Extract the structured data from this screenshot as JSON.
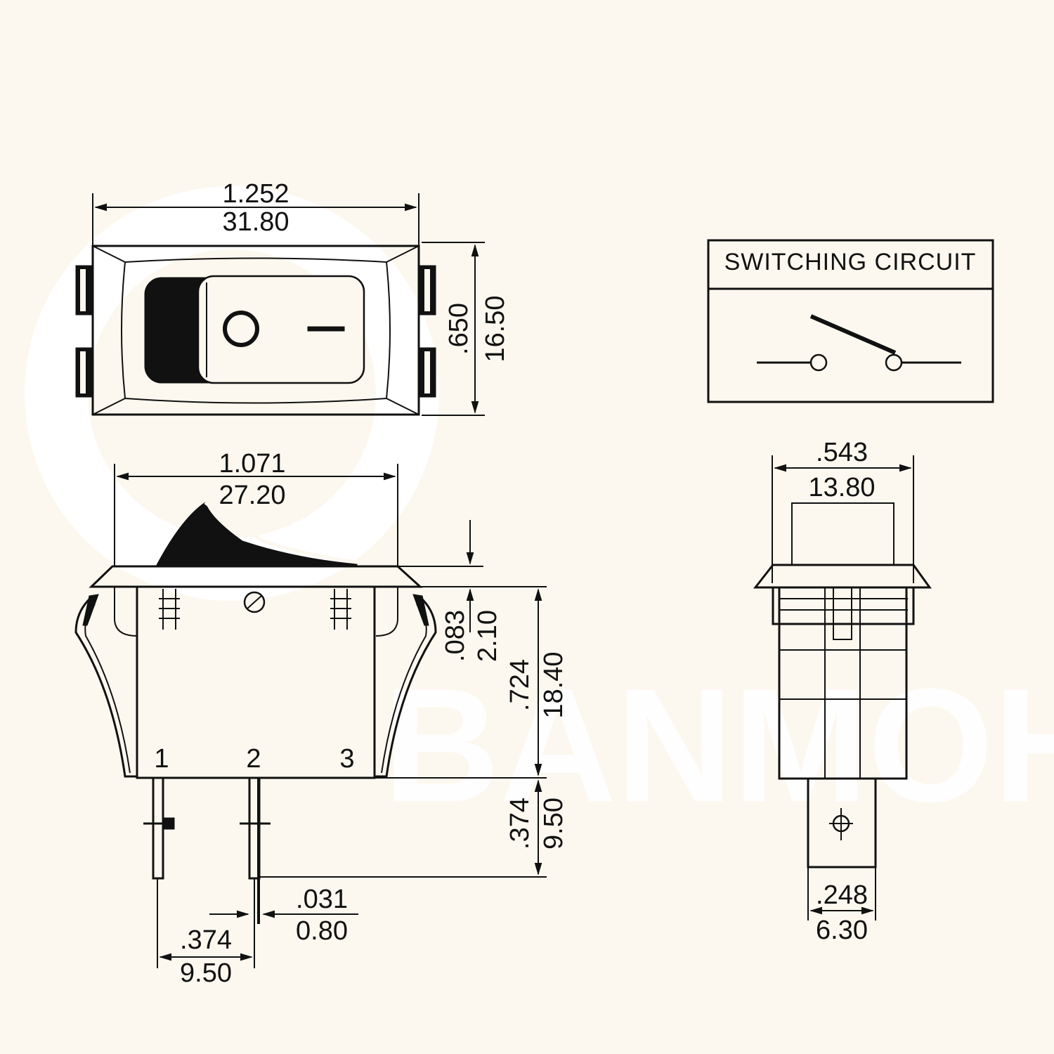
{
  "watermark": {
    "text": "BANMOH"
  },
  "top_view": {
    "width_in": "1.252",
    "width_mm": "31.80",
    "height_in": ".650",
    "height_mm": "16.50"
  },
  "side_view": {
    "width_in": "1.071",
    "width_mm": "27.20",
    "flange_in": ".083",
    "flange_mm": "2.10",
    "body_in": ".724",
    "body_mm": "18.40",
    "terminal_len_in": ".374",
    "terminal_len_mm": "9.50",
    "terminal_thk_in": ".031",
    "terminal_thk_mm": "0.80",
    "pitch_in": ".374",
    "pitch_mm": "9.50",
    "terminal_labels": [
      "1",
      "2",
      "3"
    ]
  },
  "circuit": {
    "title": "SWITCHING CIRCUIT"
  },
  "end_view": {
    "width_in": ".543",
    "width_mm": "13.80",
    "terminal_w_in": ".248",
    "terminal_w_mm": "6.30"
  }
}
